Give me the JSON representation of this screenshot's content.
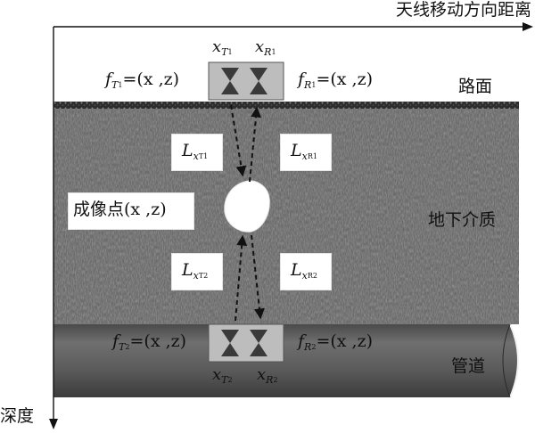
{
  "axes": {
    "horizontal_label": "天线移动方向距离",
    "vertical_label": "深度"
  },
  "regions": {
    "surface_label": "路面",
    "medium_label": "地下介质",
    "pipe_label": "管道"
  },
  "imaging_point": {
    "text": "成像点",
    "coords": "(x ,z)"
  },
  "top_antenna": {
    "tx_label_main": "x",
    "tx_label_sub": "T",
    "tx_label_idx": "1",
    "rx_label_main": "x",
    "rx_label_sub": "R",
    "rx_label_idx": "1",
    "f_tx_main": "f",
    "f_tx_sub": "T",
    "f_tx_idx": "1",
    "f_tx_value": "=(x ,z)",
    "f_rx_main": "f",
    "f_rx_sub": "R",
    "f_rx_idx": "1",
    "f_rx_value": "=(x ,z)"
  },
  "bottom_antenna": {
    "tx_label_main": "x",
    "tx_label_sub": "T",
    "tx_label_idx": "2",
    "rx_label_main": "x",
    "rx_label_sub": "R",
    "rx_label_idx": "2",
    "f_tx_main": "f",
    "f_tx_sub": "T",
    "f_tx_idx": "2",
    "f_tx_value": "=(x ,z)",
    "f_rx_main": "f",
    "f_rx_sub": "R",
    "f_rx_idx": "2",
    "f_rx_value": "=(x ,z)"
  },
  "paths": {
    "l_tx1_main": "L",
    "l_tx1_sub": "x",
    "l_tx1_sub2": "T1",
    "l_rx1_main": "L",
    "l_rx1_sub": "x",
    "l_rx1_sub2": "R1",
    "l_tx2_main": "L",
    "l_tx2_sub": "x",
    "l_tx2_sub2": "T2",
    "l_rx2_main": "L",
    "l_rx2_sub": "x",
    "l_rx2_sub2": "R2"
  },
  "colors": {
    "medium": "#6b6b6b",
    "pipe": "#5a5a5a",
    "antenna_box": "#bdbdbd",
    "antenna_triangle": "#3a3a3a"
  }
}
